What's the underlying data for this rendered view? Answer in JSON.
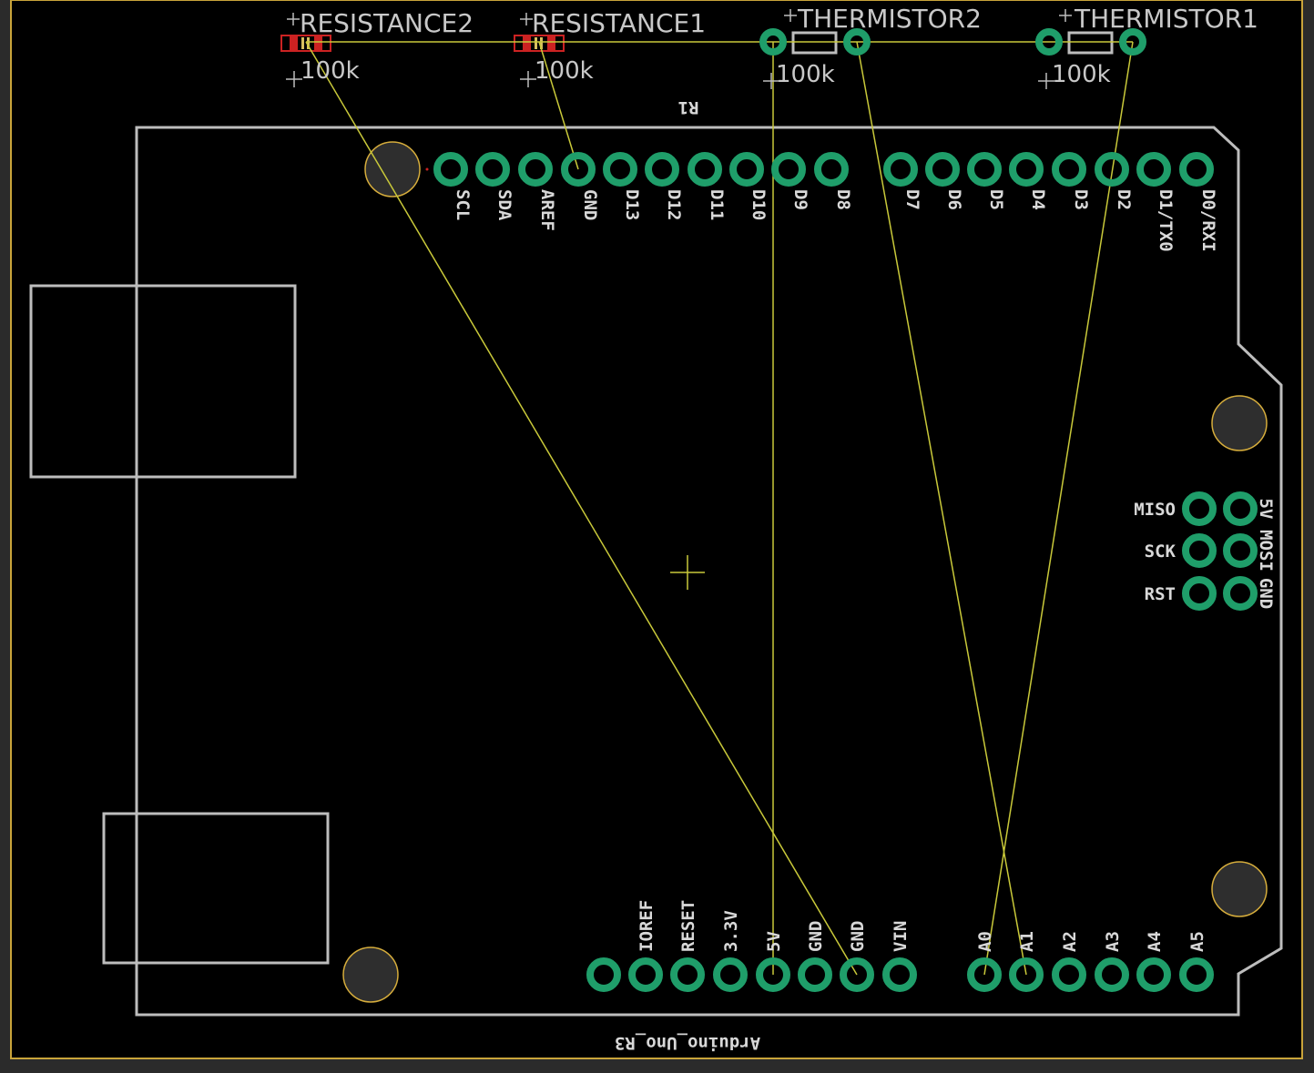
{
  "board": {
    "name": "Arduino_Uno_R3",
    "small_label": "R1",
    "colors": {
      "background": "#000000",
      "border": "#c9a43a",
      "pad": "#1f9e6a",
      "ratsnest": "#c9c93a",
      "silkscreen": "#bdbdbd",
      "smd": "#cc2222"
    }
  },
  "components": {
    "resistance2": {
      "ref": "RESISTANCE2",
      "value": "100k"
    },
    "resistance1": {
      "ref": "RESISTANCE1",
      "value": "100k"
    },
    "thermistor2": {
      "ref": "THERMISTOR2",
      "value": "100k"
    },
    "thermistor1": {
      "ref": "THERMISTOR1",
      "value": "100k"
    }
  },
  "digital_header": [
    "SCL",
    "SDA",
    "AREF",
    "GND",
    "D13",
    "D12",
    "D11",
    "D10",
    "D9",
    "D8",
    "D7",
    "D6",
    "D5",
    "D4",
    "D3",
    "D2",
    "D1/TX0",
    "D0/RXI"
  ],
  "power_header": [
    "IOREF",
    "RESET",
    "3.3V",
    "5V",
    "GND",
    "GND",
    "VIN"
  ],
  "analog_header": [
    "A0",
    "A1",
    "A2",
    "A3",
    "A4",
    "A5"
  ],
  "icsp": {
    "left_labels": [
      "MISO",
      "SCK",
      "RST"
    ],
    "right_labels": [
      "5V",
      "MOSI",
      "GND"
    ]
  }
}
